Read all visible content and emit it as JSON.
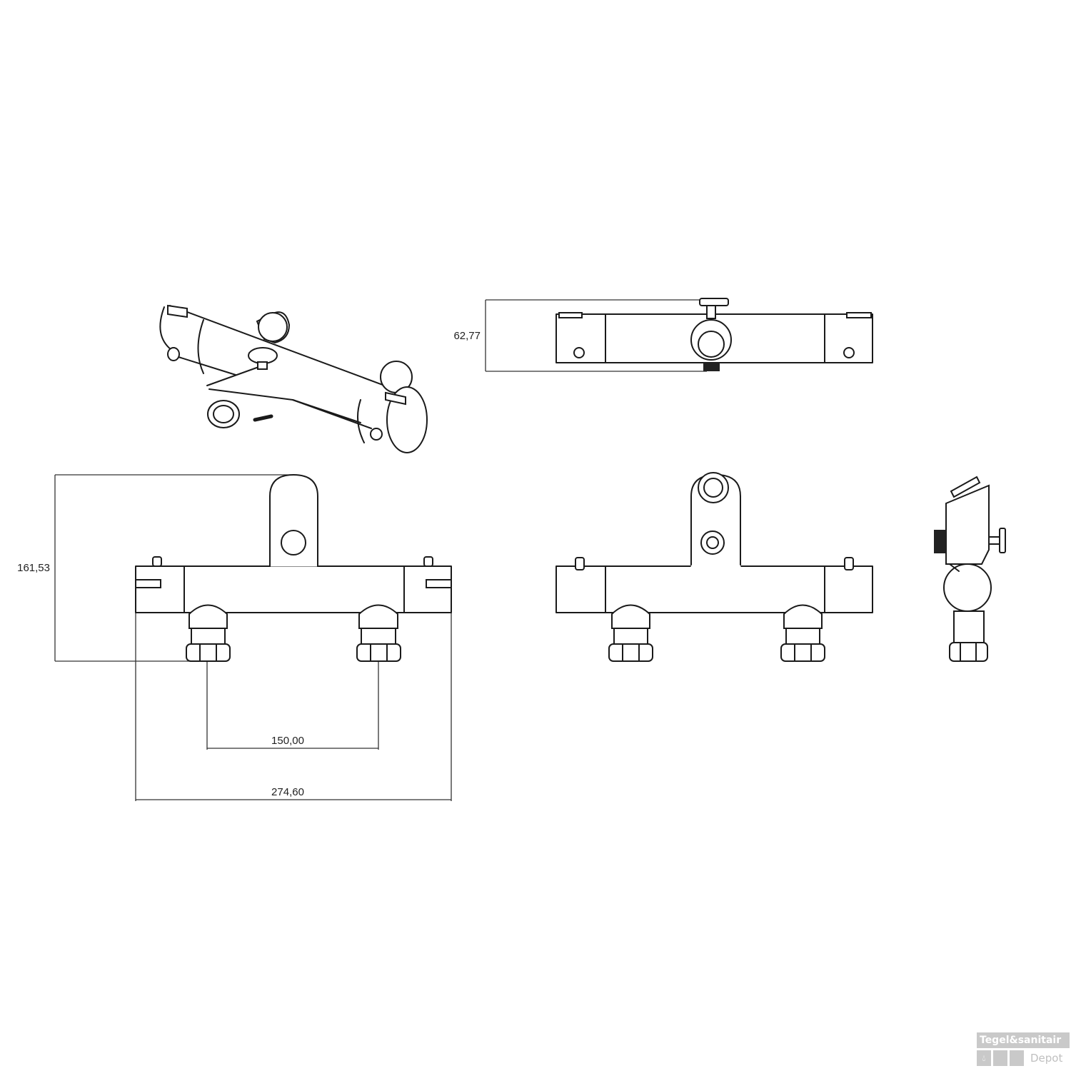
{
  "dimensions": {
    "top_view_height": "62,77",
    "front_view_height": "161,53",
    "inlet_spacing": "150,00",
    "overall_width": "274,60"
  },
  "logo": {
    "line1": "Tegel&sanitair",
    "line2": "Depot"
  }
}
